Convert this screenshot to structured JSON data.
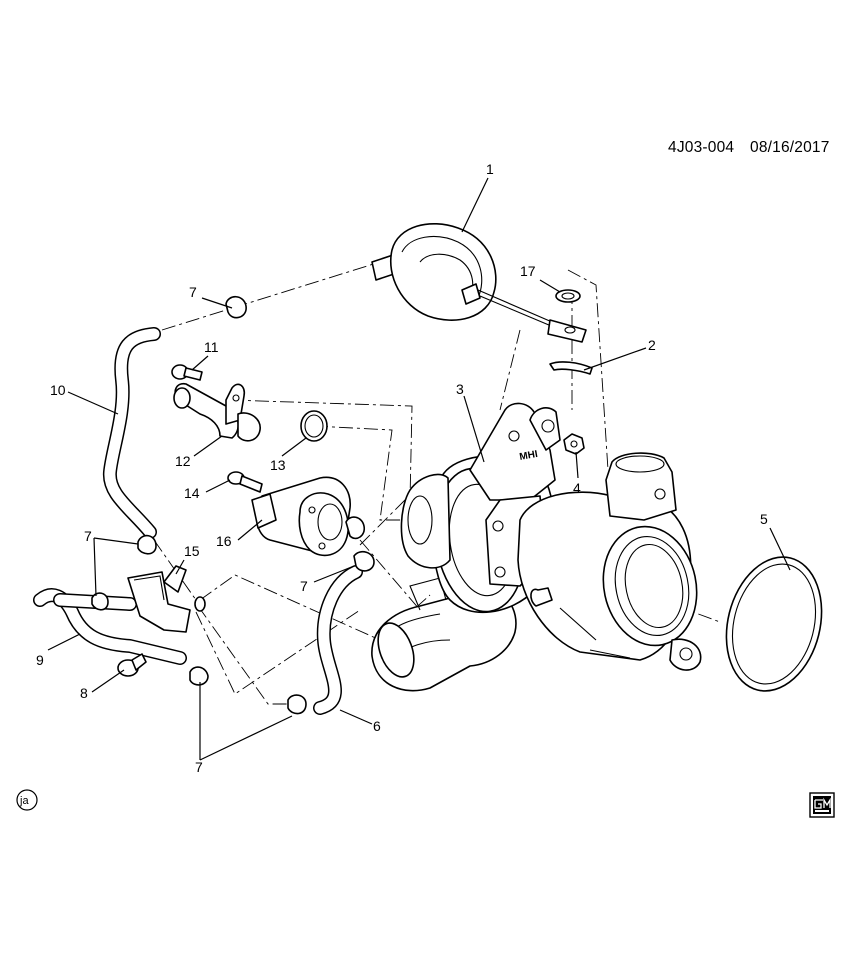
{
  "diagram": {
    "code": "4J03-004",
    "date": "08/16/2017",
    "corner_badge": "ja",
    "logo_icon": "gm-logo-icon",
    "callouts": [
      {
        "id": "c1",
        "label": "1"
      },
      {
        "id": "c2",
        "label": "2"
      },
      {
        "id": "c3",
        "label": "3"
      },
      {
        "id": "c4",
        "label": "4"
      },
      {
        "id": "c5",
        "label": "5"
      },
      {
        "id": "c6",
        "label": "6"
      },
      {
        "id": "c7a",
        "label": "7"
      },
      {
        "id": "c7b",
        "label": "7"
      },
      {
        "id": "c7c",
        "label": "7"
      },
      {
        "id": "c7d",
        "label": "7"
      },
      {
        "id": "c8",
        "label": "8"
      },
      {
        "id": "c9",
        "label": "9"
      },
      {
        "id": "c10",
        "label": "10"
      },
      {
        "id": "c11",
        "label": "11"
      },
      {
        "id": "c12",
        "label": "12"
      },
      {
        "id": "c13",
        "label": "13"
      },
      {
        "id": "c14",
        "label": "14"
      },
      {
        "id": "c15",
        "label": "15"
      },
      {
        "id": "c16",
        "label": "16"
      },
      {
        "id": "c17",
        "label": "17"
      }
    ]
  }
}
